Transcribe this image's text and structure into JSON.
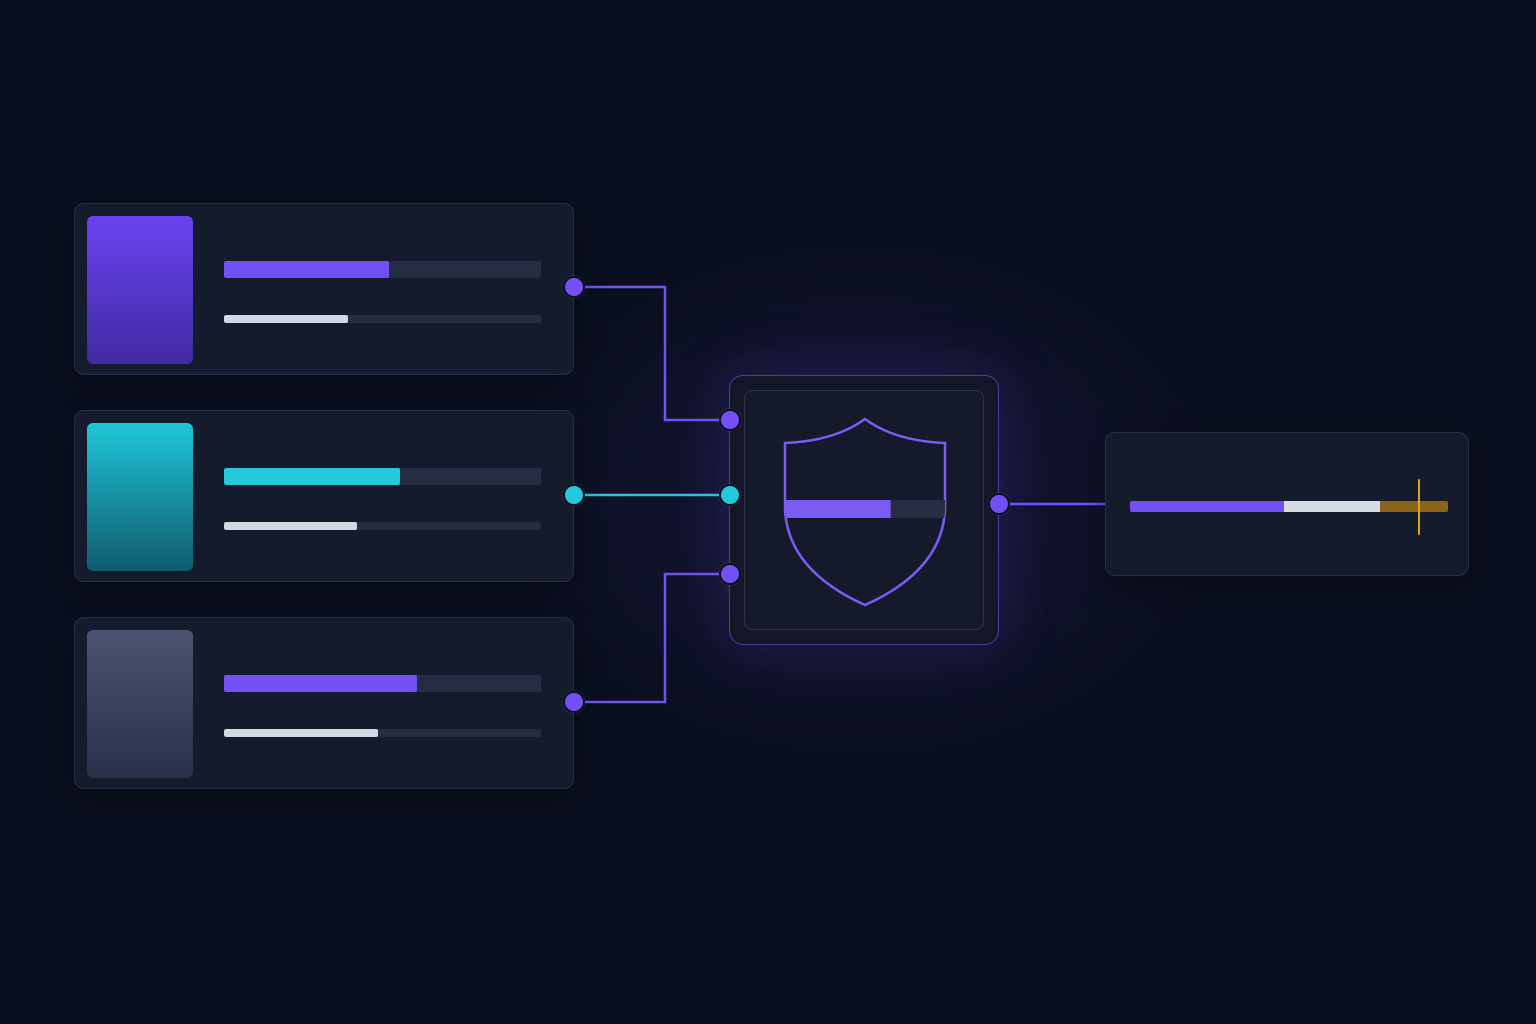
{
  "colors": {
    "background": "#0a0f1f",
    "violet": "#6e4cf0",
    "cyan": "#22c7d9",
    "slate": "#46506c",
    "silver": "#d3d8e3",
    "amber": "#e3a316"
  },
  "inputs": [
    {
      "thumb_gradient": [
        "#6a43f2",
        "#3f2aa0"
      ],
      "accent": "#7250f5",
      "main_progress": 0.52,
      "sub_progress": 0.39
    },
    {
      "thumb_gradient": [
        "#20c5d9",
        "#0f5c6e"
      ],
      "accent": "#25c9dc",
      "main_progress": 0.555,
      "sub_progress": 0.42
    },
    {
      "thumb_gradient": [
        "#4a5471",
        "#283149"
      ],
      "accent": "#7250f5",
      "main_progress": 0.61,
      "sub_progress": 0.485
    }
  ],
  "hub": {
    "icon": "shield-icon",
    "progress": 0.66,
    "accent": "#7a5cf5"
  },
  "output": {
    "segments": [
      {
        "start": 0.0,
        "end": 0.485,
        "color": "#7250f5"
      },
      {
        "start": 0.485,
        "end": 0.785,
        "color": "#d6dbe6"
      },
      {
        "start": 0.785,
        "end": 1.0,
        "color": "#8a6418"
      }
    ],
    "marker": 0.91,
    "marker_color": "#e3a316"
  }
}
